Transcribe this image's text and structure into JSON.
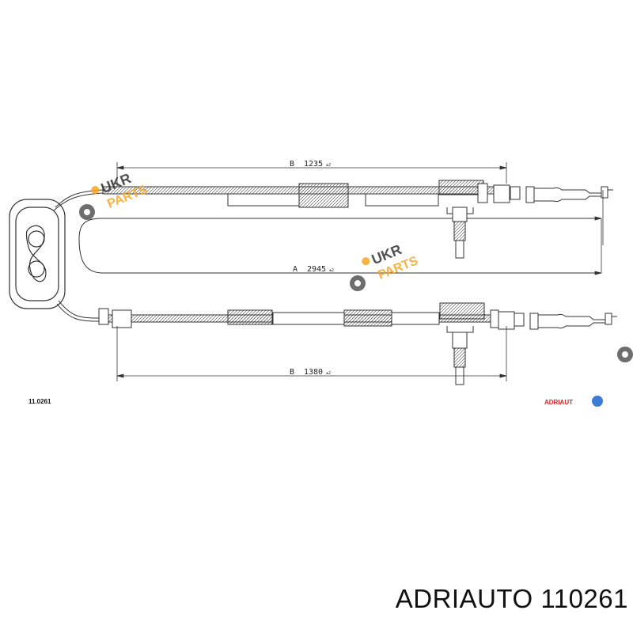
{
  "part_number_label": "11.0261",
  "brand_logo_text": "ADRIAUT",
  "caption": "ADRIAUTO 110261",
  "dimensions": {
    "b_top": {
      "letter": "B",
      "value": "1235",
      "suffix": "±2"
    },
    "a": {
      "letter": "A",
      "value": "2945",
      "suffix": "±2"
    },
    "b_bottom": {
      "letter": "B",
      "value": "1380",
      "suffix": "±2"
    }
  },
  "watermark": {
    "line1": "UKR",
    "line2": "PARTS"
  },
  "colors": {
    "line": "#333333",
    "watermark_orange": "#f5a623",
    "watermark_gray": "#555555",
    "logo_blue": "#3a7bd5",
    "logo_red": "#d22222"
  }
}
